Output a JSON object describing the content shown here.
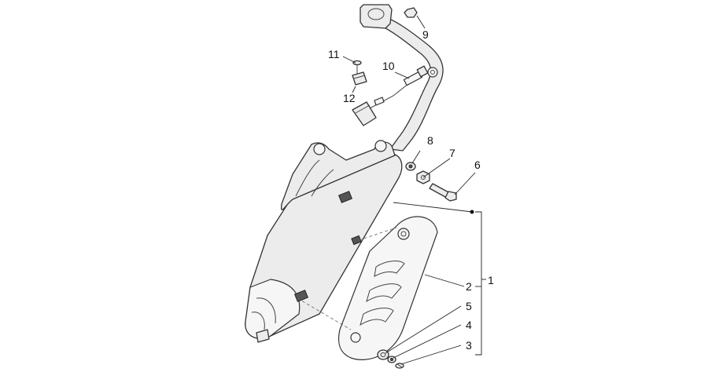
{
  "callouts": {
    "c1": "1",
    "c2": "2",
    "c3": "3",
    "c4": "4",
    "c5": "5",
    "c6": "6",
    "c7": "7",
    "c8": "8",
    "c9": "9",
    "c10": "10",
    "c11": "11",
    "c12": "12"
  },
  "colors": {
    "line": "#333333",
    "fill": "#ececec",
    "background": "#ffffff"
  }
}
